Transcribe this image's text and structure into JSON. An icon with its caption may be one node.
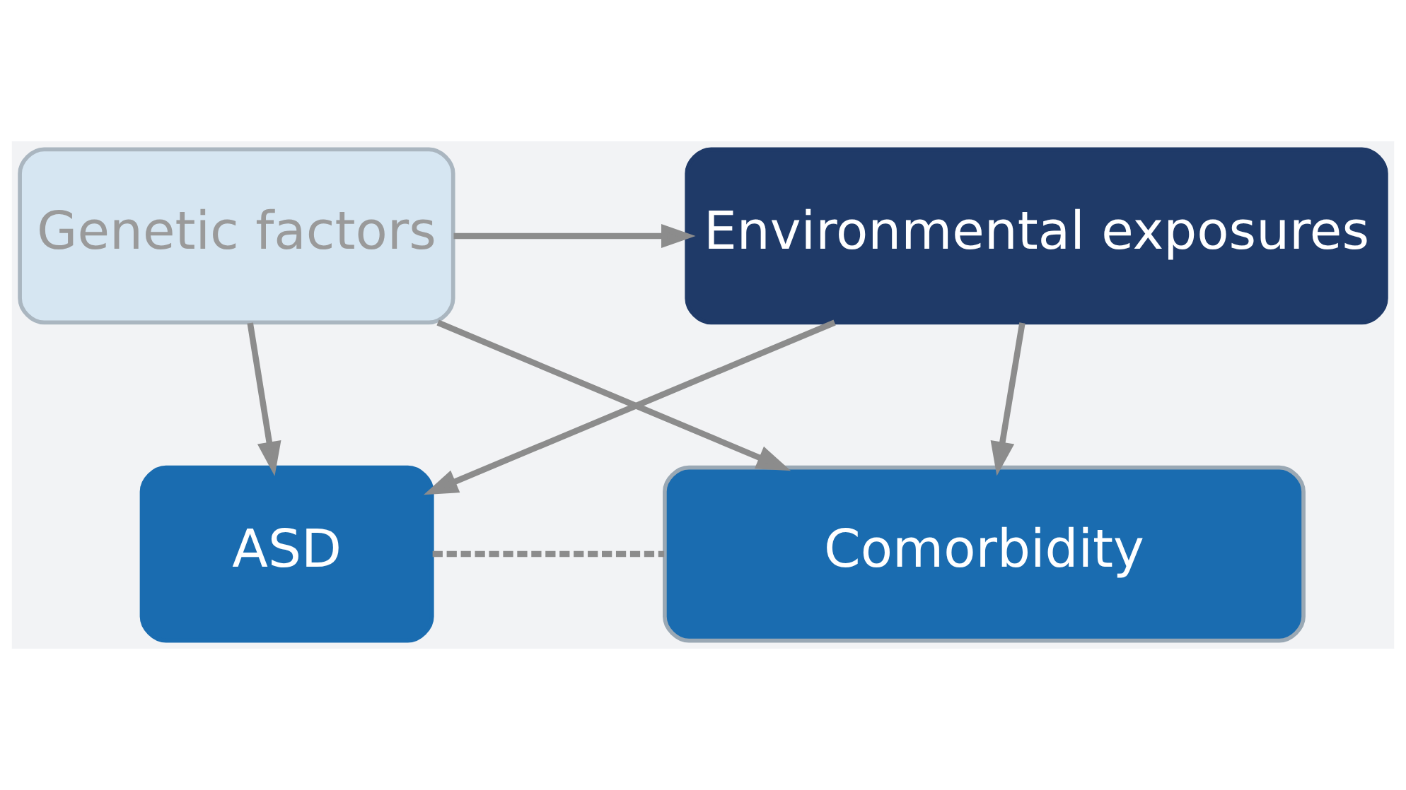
{
  "diagram": {
    "nodes": [
      {
        "text": [
          "Genetic factors"
        ]
      },
      {
        "text": [
          "Environmental exposures"
        ]
      },
      {
        "text": [
          "ASD"
        ]
      },
      {
        "text": [
          "Comorbidity"
        ]
      }
    ],
    "edges": [
      {
        "from": 0,
        "to": 1,
        "arrow": "to"
      },
      {
        "from": 0,
        "to": 2,
        "arrow": "to"
      },
      {
        "from": 0,
        "to": 3,
        "arrow": "to"
      },
      {
        "from": 1,
        "to": 2,
        "arrow": "to"
      },
      {
        "from": 1,
        "to": 3,
        "arrow": "to"
      },
      {
        "from": 2,
        "to": 3,
        "arrow": "none",
        "style": "dashed"
      }
    ]
  }
}
